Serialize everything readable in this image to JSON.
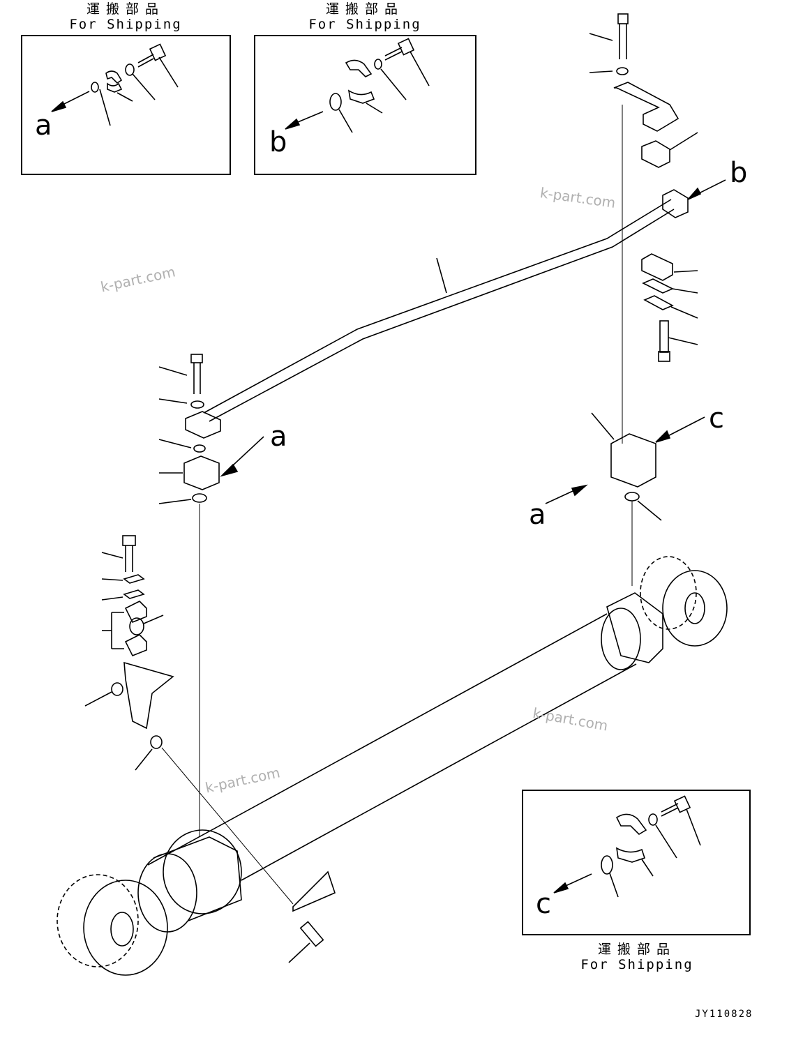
{
  "shipping_caption": {
    "jp": "運搬部品",
    "en": "For Shipping"
  },
  "callouts": {
    "a": "a",
    "b": "b",
    "c": "c"
  },
  "watermark": "k-part.com",
  "drawing_number": "JY110828"
}
